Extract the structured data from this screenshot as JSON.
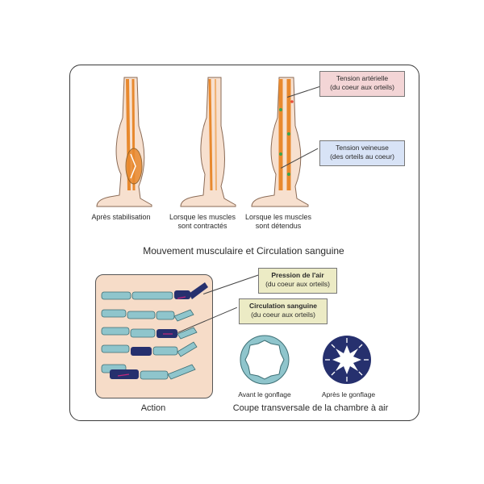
{
  "legs": [
    {
      "caption": "Après stabilisation"
    },
    {
      "caption_line1": "Lorsque les muscles",
      "caption_line2": "sont contractés"
    },
    {
      "caption_line1": "Lorsque les muscles",
      "caption_line2": "sont détendus"
    }
  ],
  "callouts": {
    "arterial": {
      "line1": "Tension artérielle",
      "line2": "(du coeur aux orteils)"
    },
    "venous": {
      "line1": "Tension veineuse",
      "line2": "(des orteils au coeur)"
    },
    "air_pressure": {
      "line1": "Pression de l'air",
      "line2": "(du coeur aux orteils)"
    },
    "circulation": {
      "line1": "Circulation sanguine",
      "line2": "(du coeur aux orteils)"
    }
  },
  "main_title": "Mouvement musculaire et Circulation sanguine",
  "action_label": "Action",
  "rings": {
    "before": "Avant le gonflage",
    "after": "Après le gonflage"
  },
  "section_title": "Coupe transversale de la chambre à air",
  "colors": {
    "skin": "#f7e0cf",
    "vessel_orange": "#e8892e",
    "compression_blue": "#26306e",
    "sleeve_teal": "#8fc5cc",
    "arrow_magenta": "#c2277c",
    "panel_beige": "#f6dcc8"
  }
}
